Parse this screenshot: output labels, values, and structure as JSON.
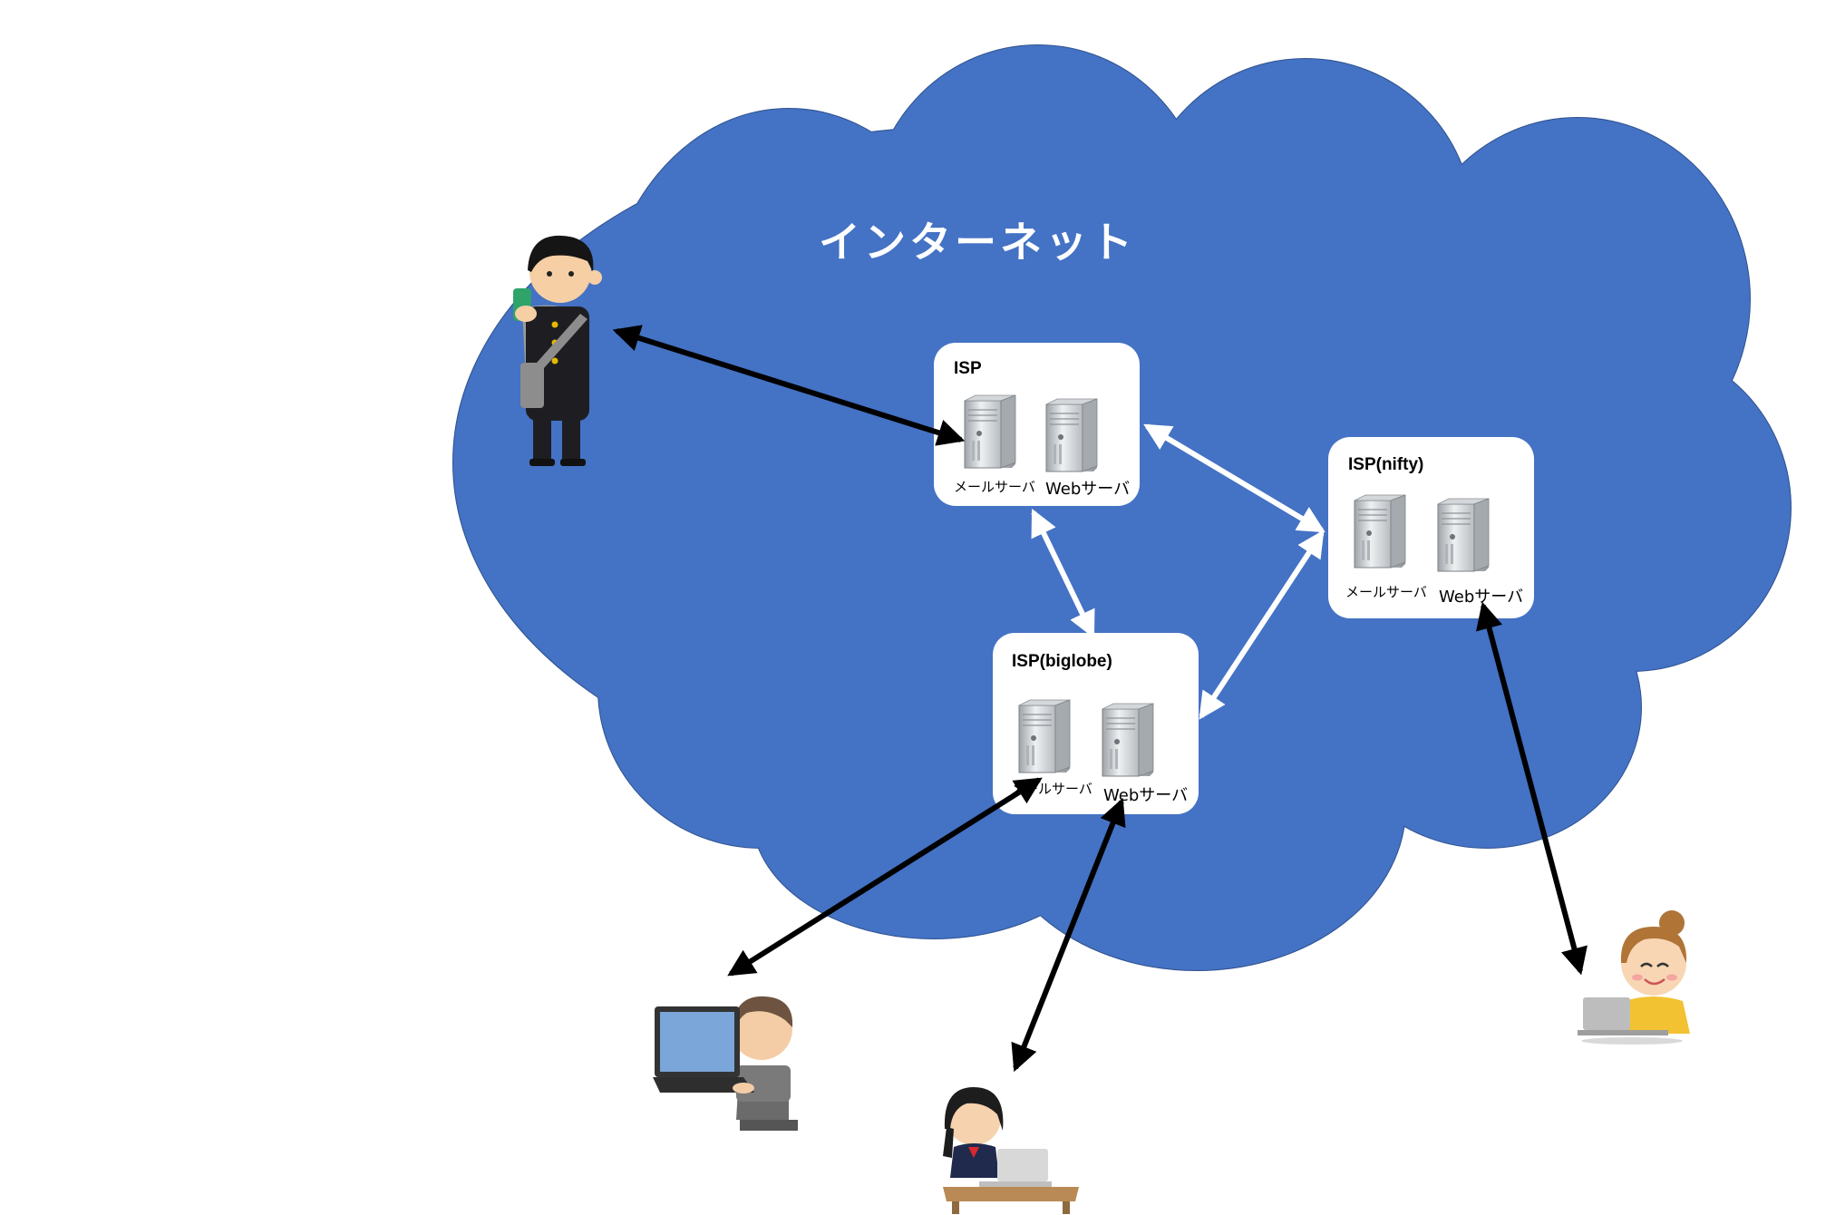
{
  "colors": {
    "cloud_fill": "#4472C4",
    "cloud_stroke": "#2F528F",
    "box_fill": "#FFFFFF",
    "black_arrow": "#000000",
    "white_arrow": "#FFFFFF"
  },
  "cloud": {
    "title": "インターネット"
  },
  "isp_nodes": [
    {
      "title": "ISP",
      "servers": [
        {
          "label": "メールサーバ",
          "icon": "server-tower-icon"
        },
        {
          "label": "Webサーバ",
          "icon": "server-tower-icon"
        }
      ]
    },
    {
      "title": "ISP(nifty)",
      "servers": [
        {
          "label": "メールサーバ",
          "icon": "server-tower-icon"
        },
        {
          "label": "Webサーバ",
          "icon": "server-tower-icon"
        }
      ]
    },
    {
      "title": "ISP(biglobe)",
      "servers": [
        {
          "label": "メールサーバ",
          "icon": "server-tower-icon"
        },
        {
          "label": "Webサーバ",
          "icon": "server-tower-icon"
        }
      ]
    }
  ],
  "users": [
    {
      "icon": "student-smartphone-icon"
    },
    {
      "icon": "man-laptop-icon"
    },
    {
      "icon": "schoolgirl-laptop-icon"
    },
    {
      "icon": "woman-laptop-icon"
    }
  ],
  "links": [
    {
      "from": "student-smartphone-icon",
      "to": "ISP メールサーバ",
      "style": "black"
    },
    {
      "from": "ISP",
      "to": "ISP(nifty)",
      "style": "white"
    },
    {
      "from": "ISP",
      "to": "ISP(biglobe)",
      "style": "white"
    },
    {
      "from": "ISP(biglobe)",
      "to": "ISP(nifty)",
      "style": "white"
    },
    {
      "from": "man-laptop-icon",
      "to": "ISP(biglobe) メールサーバ",
      "style": "black"
    },
    {
      "from": "schoolgirl-laptop-icon",
      "to": "ISP(biglobe) Webサーバ",
      "style": "black"
    },
    {
      "from": "woman-laptop-icon",
      "to": "ISP(nifty) Webサーバ",
      "style": "black"
    }
  ]
}
